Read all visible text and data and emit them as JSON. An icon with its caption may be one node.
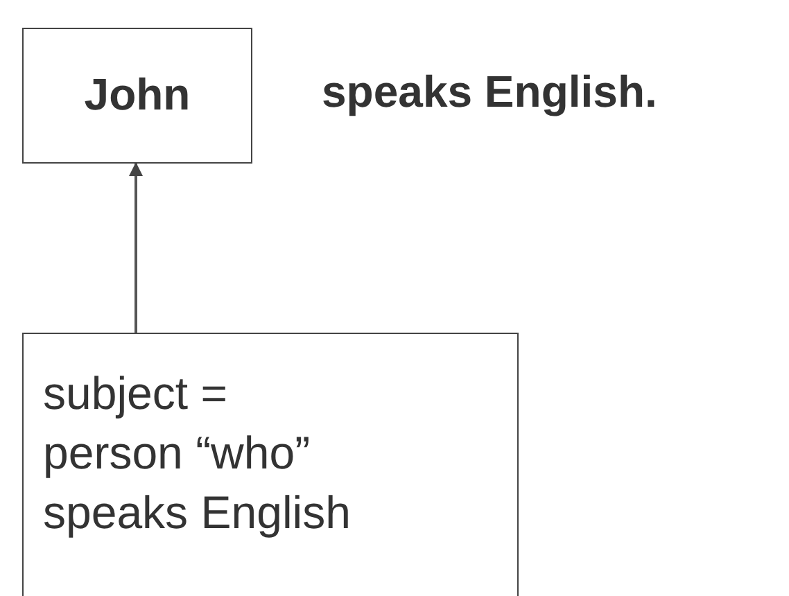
{
  "diagram": {
    "nodes": [
      {
        "text": [
          "John"
        ],
        "beside": [
          "speaks English."
        ]
      },
      {
        "text": [
          "subject = person “who” speaks English"
        ]
      }
    ],
    "edges": [
      {
        "from": 1,
        "to": 0,
        "arrow": "to"
      }
    ]
  }
}
